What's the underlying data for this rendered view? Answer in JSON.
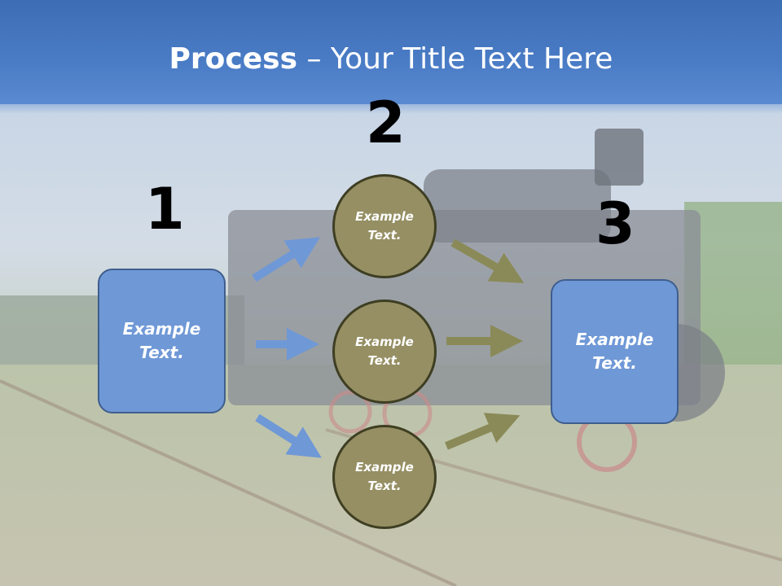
{
  "title": {
    "bold": "Process",
    "rest": " – Your Title Text Here"
  },
  "steps": {
    "one": "1",
    "two": "2",
    "three": "3"
  },
  "left_box": {
    "line1": "Example",
    "line2": "Text."
  },
  "right_box": {
    "line1": "Example",
    "line2": "Text."
  },
  "circles": [
    {
      "line1": "Example",
      "line2": "Text."
    },
    {
      "line1": "Example",
      "line2": "Text."
    },
    {
      "line1": "Example",
      "line2": "Text."
    }
  ],
  "colors": {
    "blue_box": "#6f98d6",
    "olive_circle": "#968f64",
    "blue_arrow": "#6f98d6",
    "olive_arrow": "#8a8a58"
  }
}
